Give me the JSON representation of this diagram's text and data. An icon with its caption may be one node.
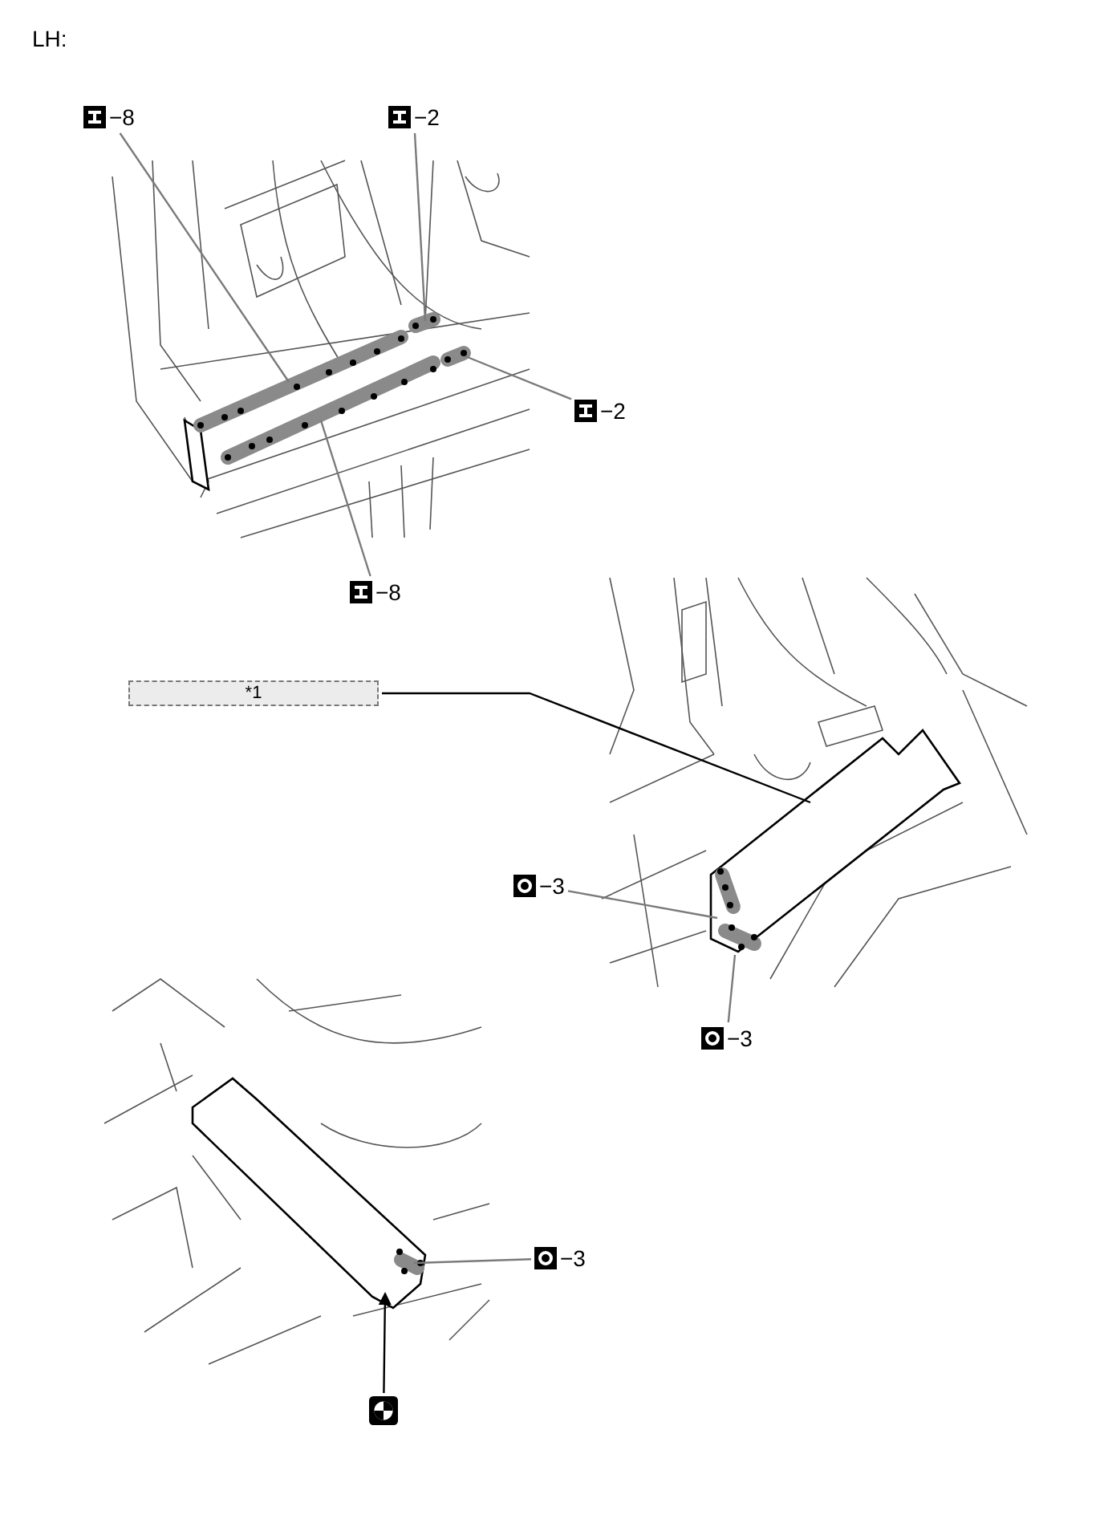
{
  "diagram": {
    "nodes": [
      {
        "text": [
          "−8"
        ]
      },
      {
        "text": [
          "−2"
        ]
      },
      {
        "text": [
          "−2"
        ]
      },
      {
        "text": [
          "−8"
        ]
      },
      {
        "text": [
          "*1"
        ]
      },
      {
        "text": [
          "−3"
        ]
      },
      {
        "text": [
          "−3"
        ]
      },
      {
        "text": [
          "−3"
        ]
      },
      {
        "text": [],
        "shape": "picture"
      }
    ],
    "edges": [
      {
        "from": 0,
        "to": null,
        "arrow": "none"
      },
      {
        "from": 1,
        "to": null,
        "arrow": "none"
      },
      {
        "from": 2,
        "to": null,
        "arrow": "none"
      },
      {
        "from": 3,
        "to": null,
        "arrow": "none"
      },
      {
        "from": 4,
        "to": null,
        "arrow": "none",
        "color": "#000000"
      },
      {
        "from": 5,
        "to": null,
        "arrow": "none"
      },
      {
        "from": 6,
        "to": null,
        "arrow": "none"
      },
      {
        "from": 7,
        "to": null,
        "arrow": "none"
      },
      {
        "from": 8,
        "to": null,
        "arrow": "to",
        "color": "#000000"
      }
    ],
    "labels": [
      "LH:"
    ]
  }
}
